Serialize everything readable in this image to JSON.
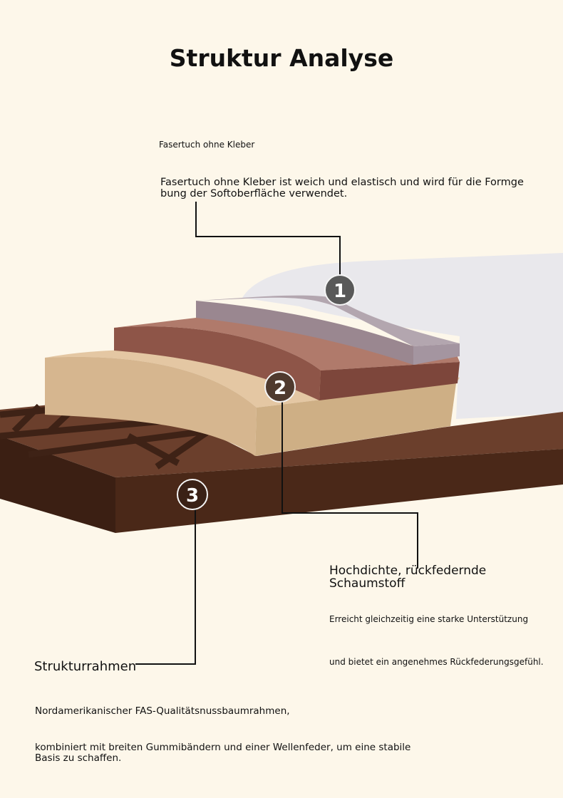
{
  "title": "Struktur Analyse",
  "layer1": {
    "number": "1",
    "title": "Fasertuch ohne Kleber",
    "description": "Fasertuch ohne Kleber ist weich und elastisch und wird für die Formge\nbung der Softoberfläche verwendet."
  },
  "layer2": {
    "number": "2",
    "title": "Hochdichte, rückfedernde\nSchaumstoff",
    "description_1": "Erreicht gleichzeitig eine starke Unterstützung",
    "description_2": "und bietet ein angenehmes Rückfederungsgefühl."
  },
  "layer3": {
    "number": "3",
    "title": "Strukturrahmen",
    "description_1": "Nordamerikanischer FAS-Qualitätsnussbaumrahmen,",
    "description_2": "kombiniert mit breiten Gummibändern und einer Wellenfeder, um eine stabile\n Basis zu schaffen."
  },
  "colors": {
    "background": "#fdf7ea",
    "frame": "#4a2a1d",
    "foam": "#d9b88f",
    "middle_layer": "#8e5548",
    "fiber_cloth": "#9b8a93",
    "cushion": "#e8e7ea",
    "badge": "#555555",
    "leader_line": "#111111"
  }
}
